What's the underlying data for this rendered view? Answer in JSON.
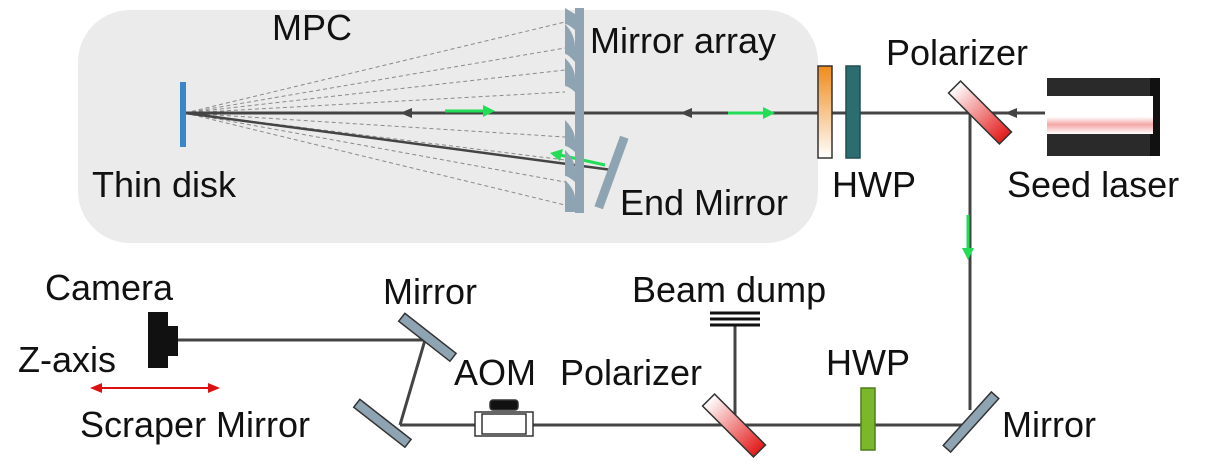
{
  "labels": {
    "mpc": "MPC",
    "mirror_array": "Mirror array",
    "polarizer_top": "Polarizer",
    "thin_disk": "Thin disk",
    "hwp_top": "HWP",
    "end_mirror": "End Mirror",
    "seed_laser": "Seed laser",
    "camera": "Camera",
    "mirror_top_left": "Mirror",
    "beam_dump": "Beam dump",
    "z_axis": "Z-axis",
    "aom": "AOM",
    "polarizer_bottom": "Polarizer",
    "hwp_bottom": "HWP",
    "scraper_mirror": "Scraper Mirror",
    "mirror_bottom_right": "Mirror"
  },
  "colors": {
    "mpc_box": "#ebebeb",
    "beam": "#444444",
    "green_arrow": "#22dd55",
    "red_arrow": "#dd1111",
    "thin_disk": "#3b86c8",
    "mirror_gray": "#8fa4b3",
    "hwp_teal": "#2c6e70",
    "hwp_green": "#7bb72a",
    "orange_plate": "#f08a1a",
    "polarizer_red": "#e31a1a"
  }
}
